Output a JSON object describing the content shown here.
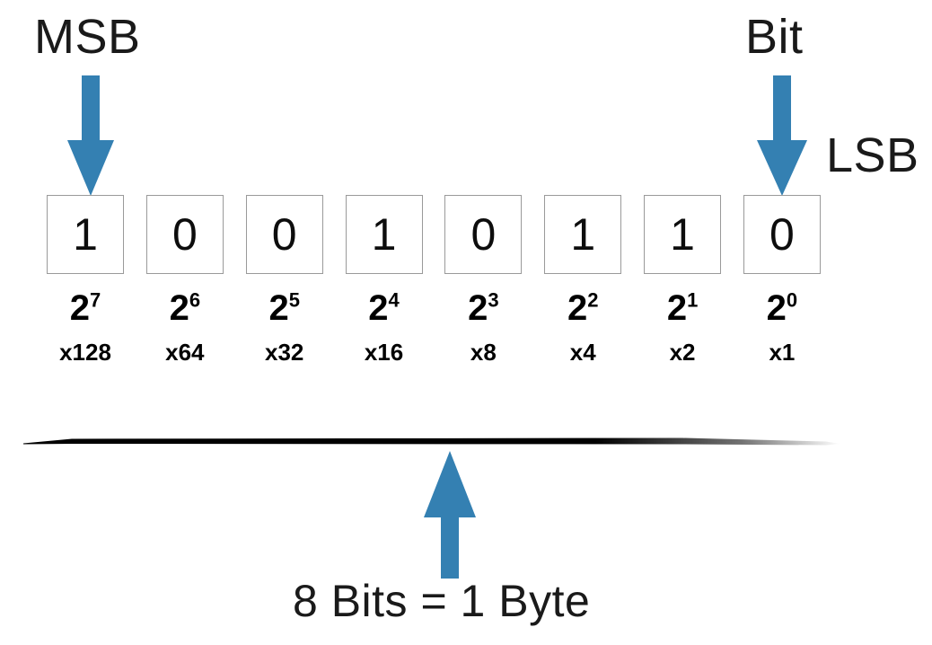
{
  "diagram": {
    "title_labels": {
      "msb": "MSB",
      "bit": "Bit",
      "lsb": "LSB",
      "byte": "8 Bits = 1 Byte"
    },
    "colors": {
      "arrow_blue": "#3480B2",
      "box_border": "#9a9a9a",
      "text": "#000000",
      "baseline": "#000000",
      "background": "#ffffff"
    },
    "bits": [
      {
        "value": "1",
        "power_base": "2",
        "power_exp": "7",
        "multiplier": "x128"
      },
      {
        "value": "0",
        "power_base": "2",
        "power_exp": "6",
        "multiplier": "x64"
      },
      {
        "value": "0",
        "power_base": "2",
        "power_exp": "5",
        "multiplier": "x32"
      },
      {
        "value": "1",
        "power_base": "2",
        "power_exp": "4",
        "multiplier": "x16"
      },
      {
        "value": "0",
        "power_base": "2",
        "power_exp": "3",
        "multiplier": "x8"
      },
      {
        "value": "1",
        "power_base": "2",
        "power_exp": "2",
        "multiplier": "x4"
      },
      {
        "value": "1",
        "power_base": "2",
        "power_exp": "1",
        "multiplier": "x2"
      },
      {
        "value": "0",
        "power_base": "2",
        "power_exp": "0",
        "multiplier": "x1"
      }
    ],
    "icons": {
      "arrow_msb": "arrow-down-icon",
      "arrow_bit": "arrow-down-icon",
      "arrow_byte": "arrow-up-icon",
      "baseline": "horizontal-rule-icon"
    }
  }
}
